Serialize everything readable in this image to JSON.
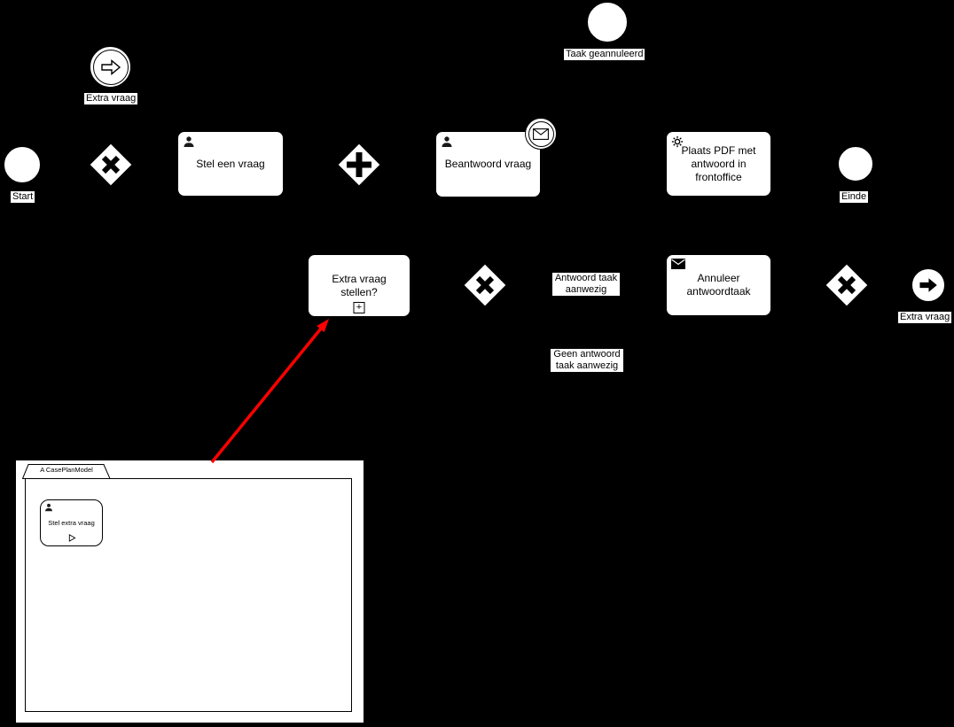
{
  "events": {
    "taak_geannuleerd": "Taak geannuleerd",
    "extra_vraag_catch": "Extra vraag",
    "start": "Start",
    "einde": "Einde",
    "extra_vraag_end": "Extra vraag"
  },
  "tasks": {
    "stel_een_vraag": "Stel een vraag",
    "beantwoord_vraag": "Beantwoord vraag",
    "plaats_pdf": "Plaats PDF met antwoord in frontoffice",
    "extra_vraag_stellen": "Extra vraag stellen?",
    "annuleer_antwoordtaak": "Annuleer antwoordtaak"
  },
  "flow_labels": {
    "antwoord_taak_aanwezig": "Antwoord taak aanwezig",
    "geen_antwoord_taak_aanwezig": "Geen antwoord taak aanwezig"
  },
  "markers": {
    "subprocess_plus": "+"
  },
  "case_plan": {
    "tab": "A CasePlanModel",
    "task": "Stel extra vraag"
  },
  "colors": {
    "background": "#000000",
    "shape_fill": "#ffffff",
    "shape_stroke": "#000000",
    "text": "#000000",
    "annotation_arrow": "#ff0000"
  }
}
